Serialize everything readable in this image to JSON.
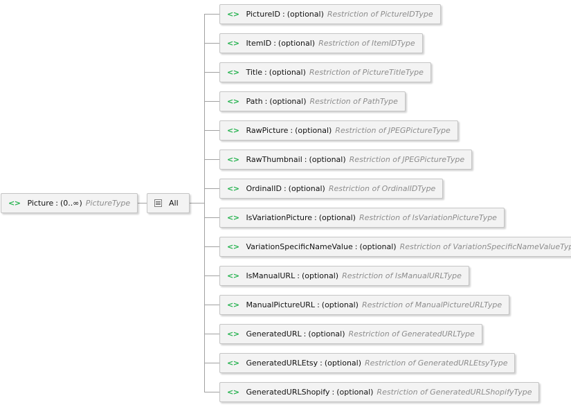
{
  "root": {
    "name": "Picture",
    "cardinality": "(0..∞)",
    "type": "PictureType",
    "icon": "element-icon"
  },
  "compositor": {
    "label": "All",
    "icon": "all-compositor-icon"
  },
  "children": [
    {
      "name": "PictureID",
      "cardinality": "(optional)",
      "type": "Restriction of PictureIDType"
    },
    {
      "name": "ItemID",
      "cardinality": "(optional)",
      "type": "Restriction of ItemIDType"
    },
    {
      "name": "Title",
      "cardinality": "(optional)",
      "type": "Restriction of PictureTitleType"
    },
    {
      "name": "Path",
      "cardinality": "(optional)",
      "type": "Restriction of PathType"
    },
    {
      "name": "RawPicture",
      "cardinality": "(optional)",
      "type": "Restriction of JPEGPictureType"
    },
    {
      "name": "RawThumbnail",
      "cardinality": "(optional)",
      "type": "Restriction of JPEGPictureType"
    },
    {
      "name": "OrdinalID",
      "cardinality": "(optional)",
      "type": "Restriction of OrdinalIDType"
    },
    {
      "name": "IsVariationPicture",
      "cardinality": "(optional)",
      "type": "Restriction of IsVariationPictureType"
    },
    {
      "name": "VariationSpecificNameValue",
      "cardinality": "(optional)",
      "type": "Restriction of VariationSpecificNameValueType"
    },
    {
      "name": "IsManualURL",
      "cardinality": "(optional)",
      "type": "Restriction of IsManualURLType"
    },
    {
      "name": "ManualPictureURL",
      "cardinality": "(optional)",
      "type": "Restriction of ManualPictureURLType"
    },
    {
      "name": "GeneratedURL",
      "cardinality": "(optional)",
      "type": "Restriction of GeneratedURLType"
    },
    {
      "name": "GeneratedURLEtsy",
      "cardinality": "(optional)",
      "type": "Restriction of GeneratedURLEtsyType"
    },
    {
      "name": "GeneratedURLShopify",
      "cardinality": "(optional)",
      "type": "Restriction of GeneratedURLShopifyType"
    }
  ],
  "colors": {
    "element_icon": "#22b14c",
    "type_text": "#8c8c8c",
    "node_bg": "#f3f3f3",
    "node_border": "#c4c4c4",
    "connector": "#a0a0a0"
  }
}
